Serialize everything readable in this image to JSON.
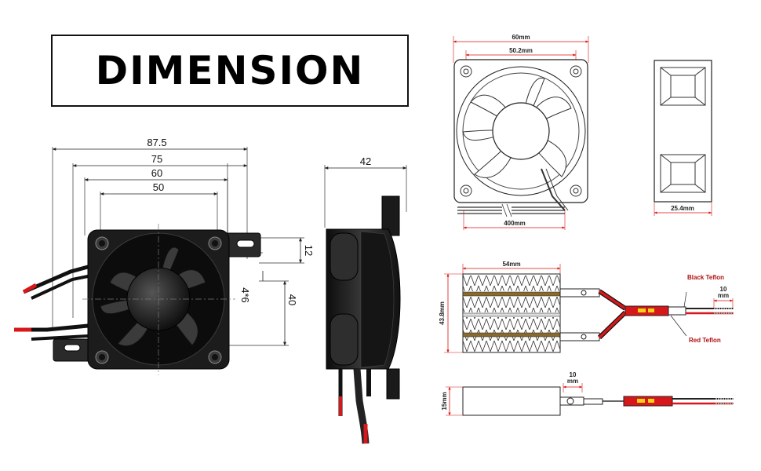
{
  "title": "DIMENSION",
  "fan_front": {
    "d_87_5": "87.5",
    "d_75": "75",
    "d_60": "60",
    "d_50": "50",
    "d_12": "12",
    "d_holes": "4*6",
    "d_40": "40"
  },
  "fan_side": {
    "d_42": "42"
  },
  "fan_small": {
    "d_60mm": "60mm",
    "d_50_2mm": "50.2mm",
    "d_400mm": "400mm"
  },
  "fan_small_side": {
    "d_25_4mm": "25.4mm"
  },
  "heater_front": {
    "d_54mm": "54mm",
    "d_43_8mm": "43.8mm",
    "label_black": "Black Teflon",
    "label_red": "Red Teflon",
    "d_10mm_top": "10",
    "d_10mm_bottom": "mm"
  },
  "heater_side": {
    "d_15mm": "15mm",
    "d_10mm_top": "10",
    "d_10mm_bottom": "mm"
  },
  "colors": {
    "wire_red": "#d6181a",
    "wire_black": "#1a1a1a",
    "body": "#1c1c1c",
    "dim_red": "#d11"
  }
}
